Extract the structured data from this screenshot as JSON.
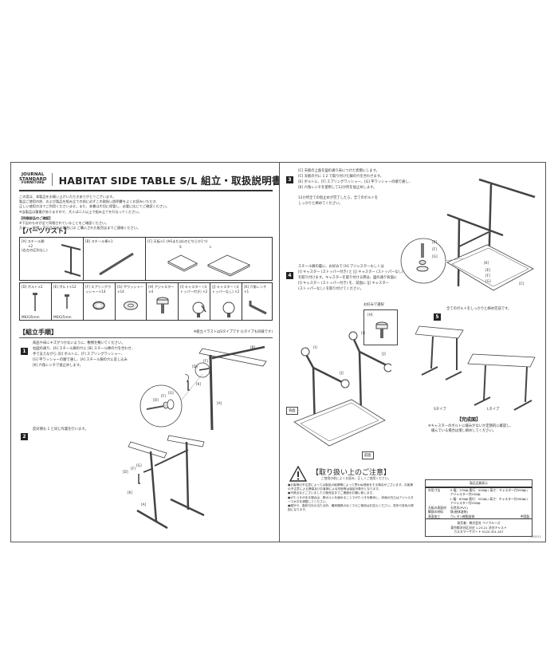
{
  "header": {
    "brand_line1": "JOURNAL STANDARD",
    "brand_line2": "FURNITURE",
    "title": "HABITAT SIDE TABLE S/L 組立・取扱説明書"
  },
  "intro": {
    "lines": [
      "この度は、本製品をお買い上げいただきありがとうございます。",
      "製品ご使用の前、および製品を組み立ての前に必ずこの取扱い説明書をよくお読みいただき、",
      "正しい使用方法でご利用くださいませ。また、本書は大切に保管し、必要に応じてご確認ください。",
      "※当製品は重量がありますので、大人は二人以上で組み立てを行なってください。"
    ],
    "note_heading": "【同梱部品のご確認】",
    "note_lines": [
      "※下記のものが全て同梱されていることをご確認ください。",
      "万が一、破損・不足品がある場合には ご購入された販売店までご連絡ください。"
    ]
  },
  "parts_list": {
    "title": "【パーツリスト】",
    "row1": [
      {
        "id": "A",
        "label": "[A] スチール脚",
        "qty": "×2",
        "note": "(右左の区別なし)",
        "icon": "steel-leg-icon"
      },
      {
        "id": "B",
        "label": "[B] スチール棒×1",
        "icon": "steel-bar-icon"
      },
      {
        "id": "C",
        "label": "[C] 天板×1 (※SまたはLのどちらか1つ)",
        "sizes": [
          "S",
          "L"
        ],
        "icon": "tabletop-icon"
      }
    ],
    "row2": [
      {
        "id": "D",
        "label": "[D] ボルト×2",
        "size": "M6X35mm",
        "icon": "bolt-icon"
      },
      {
        "id": "E",
        "label": "[E] ボルト×12",
        "size": "M6X25mm",
        "icon": "bolt-icon"
      },
      {
        "id": "F",
        "label": "[F] スプリングワッシャー×14",
        "icon": "spring-washer-icon"
      },
      {
        "id": "G",
        "label": "[G] 平ワッシャー×14",
        "icon": "flat-washer-icon"
      },
      {
        "id": "H",
        "label": "[H] アジャスター×4",
        "icon": "adjuster-icon"
      },
      {
        "id": "I",
        "label": "[I] キャスター (ストッパー付き) ×2",
        "icon": "caster-icon"
      },
      {
        "id": "J",
        "label": "[J] キャスター (ストッパーなし) ×2",
        "icon": "caster-icon"
      },
      {
        "id": "K",
        "label": "[K] 六角レンチ ×1",
        "icon": "hex-wrench-icon"
      }
    ]
  },
  "assembly": {
    "title": "【組立手順】",
    "note": "※組立イラストはSタイプです (Lタイプも同様です)",
    "steps": [
      {
        "num": "1",
        "lines": [
          "商品や床にキズがつかないように、敷物を敷いてください。",
          "右図の通り、[A] スチール脚の穴に [B] スチール棒の穴を合わせ、",
          "手で支えながら [D] ボルトに、[F] スプリングワッシャー、",
          "[G] 平ワッシャーの順で通し、[A] スチール脚の穴に差し込み",
          "[K] 六角レンチで仮止めします。"
        ],
        "callouts": [
          "[B]",
          "[F]",
          "[G]",
          "[D]",
          "[K]",
          "[A]",
          "[D]",
          "[F]",
          "[G]"
        ]
      },
      {
        "num": "2",
        "lines": [
          "反対側も 1 と同じ作業を行います。"
        ],
        "callouts": [
          "[G]",
          "[F]",
          "[D]",
          "[K]",
          "[A]"
        ]
      },
      {
        "num": "3",
        "lines": [
          "[C] 天板の上面を図の通り床につけた状態にします。",
          "[C] 天板の穴に 1 2 で取り付けた脚の穴を合わせます。",
          "[E] ボルトに、[F] スプリングワッシャー、[G] 平ワッシャーの順で通し、",
          "[K] 六角レンチを使用して12か所を仮止めします。"
        ],
        "sub_lines": [
          "12か所全ての仮止めが完了したら、全てのボルトを",
          "しっかりと締めてください。"
        ],
        "callouts": [
          "[E]",
          "[F]",
          "[G]",
          "[K]",
          "[E]",
          "[F]",
          "[G]",
          "[C]"
        ]
      },
      {
        "num": "4",
        "lines": [
          "スチール脚の裏に、お好みで [H] アジャスターもしくは",
          "[I] キャスター (ストッパー付き) と [J] キャスター (ストッパーなし)",
          "を取り付けます。キャスターを取り付ける際は、図の通り背面に",
          "[I] キャスター (ストッパー付き) を、前面に [J] キャスター",
          "(ストッパーなし) を取り付けてください。"
        ],
        "option_label": "お好みで選択",
        "option_item": "[H]",
        "callouts": [
          "[I]",
          "[I]",
          "[J]",
          "[J]"
        ],
        "back_label": "背面",
        "front_label": "前面"
      },
      {
        "num": "5",
        "lines": [
          "全てのボルトをしっかりと締め完成です。"
        ]
      }
    ],
    "completed": {
      "title": "【完成図】",
      "s_label": "Sタイプ",
      "l_label": "Lタイプ",
      "note_lines": [
        "※キャスターのボルトに緩みがないか定期的に確認し、",
        "緩んでいる場合は増し締めしてください。"
      ]
    }
  },
  "caution": {
    "title": "【取り扱い上のご注意】",
    "subtitle": "ご使用の前によくお読み、正しくご使用ください。",
    "items": [
      "●お客様の不注意によっては製品の破損等によって思わぬ怪我をする場合がございます。お客様の不注意による損傷及びお客様による改造等は保証対象外となります。",
      "●不具合などございましたら販売店までご連絡をお願い致します。",
      "●がたつきがある場合は、脚ボルトを締めることでがたつきを解消し、床面の凹凸はアジャスターで水平を調整してください。",
      "●屋外や、直射日光の当たる所、暖房器具の近くでのご使用はお控えください。変形や変色の原因になります。"
    ]
  },
  "spec": {
    "title": "製品品質表示",
    "rows": [
      {
        "k": "外形寸法",
        "v": "S 幅：370㎜ 奥行：505㎜ / 高さ：キャスター付590㎜ / アジャスター付530㎜"
      },
      {
        "k": "",
        "v": "L 幅：655㎜ 奥行：322㎜ / 高さ：キャスター付590㎜ / アジャスター付530㎜"
      },
      {
        "k": "天板の表面材",
        "v": "天然木(PVC)"
      },
      {
        "k": "脚部の材料",
        "v": "鉄(粉体塗装)"
      },
      {
        "k": "表面加工",
        "v": "ウレタン樹脂塗装",
        "extra": "中国製"
      }
    ],
    "footer": [
      "発売者：株式会社 ベイクルーズ",
      "東京都渋谷区渋谷 1-23-21 渋谷キャスト",
      "カスタマーサポート 0120-301-457"
    ],
    "code": "000011"
  }
}
